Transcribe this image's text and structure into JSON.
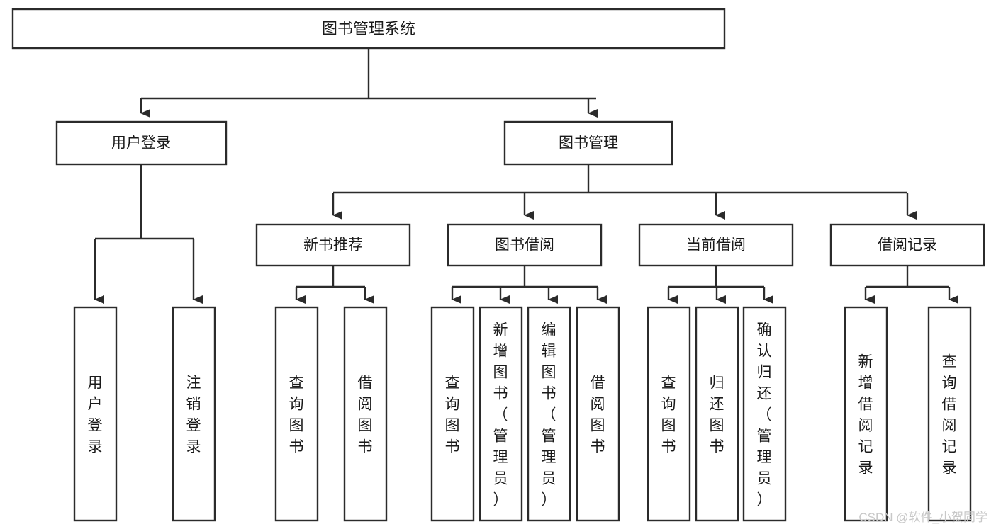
{
  "diagram": {
    "title": "图书管理系统",
    "type": "tree",
    "orientation": "top-down",
    "colors": {
      "stroke": "#2b2b2b",
      "fill": "#ffffff",
      "text": "#1a1a1a",
      "watermark": "#c8c8c8",
      "background": "#ffffff"
    },
    "root": {
      "label": "图书管理系统"
    },
    "level2": [
      {
        "label": "用户登录"
      },
      {
        "label": "图书管理"
      }
    ],
    "level3": [
      {
        "label": "新书推荐"
      },
      {
        "label": "图书借阅"
      },
      {
        "label": "当前借阅"
      },
      {
        "label": "借阅记录"
      }
    ],
    "groups": [
      {
        "parent": "用户登录",
        "leaves": [
          "用户登录",
          "注销登录"
        ]
      },
      {
        "parent": "新书推荐",
        "leaves": [
          "查询图书",
          "借阅图书"
        ]
      },
      {
        "parent": "图书借阅",
        "leaves": [
          "查询图书",
          "新增图书（管理员）",
          "编辑图书（管理员）",
          "借阅图书"
        ]
      },
      {
        "parent": "当前借阅",
        "leaves": [
          "查询图书",
          "归还图书",
          "确认归还（管理员）"
        ]
      },
      {
        "parent": "借阅记录",
        "leaves": [
          "新增借阅记录",
          "查询借阅记录"
        ]
      }
    ],
    "leaves_flat": [
      "用户登录",
      "注销登录",
      "查询图书",
      "借阅图书",
      "查询图书",
      "新增图书（管理员）",
      "编辑图书（管理员）",
      "借阅图书",
      "查询图书",
      "归还图书",
      "确认归还（管理员）",
      "新增借阅记录",
      "查询借阅记录"
    ],
    "watermark": "CSDN @软件_小贺同学"
  }
}
